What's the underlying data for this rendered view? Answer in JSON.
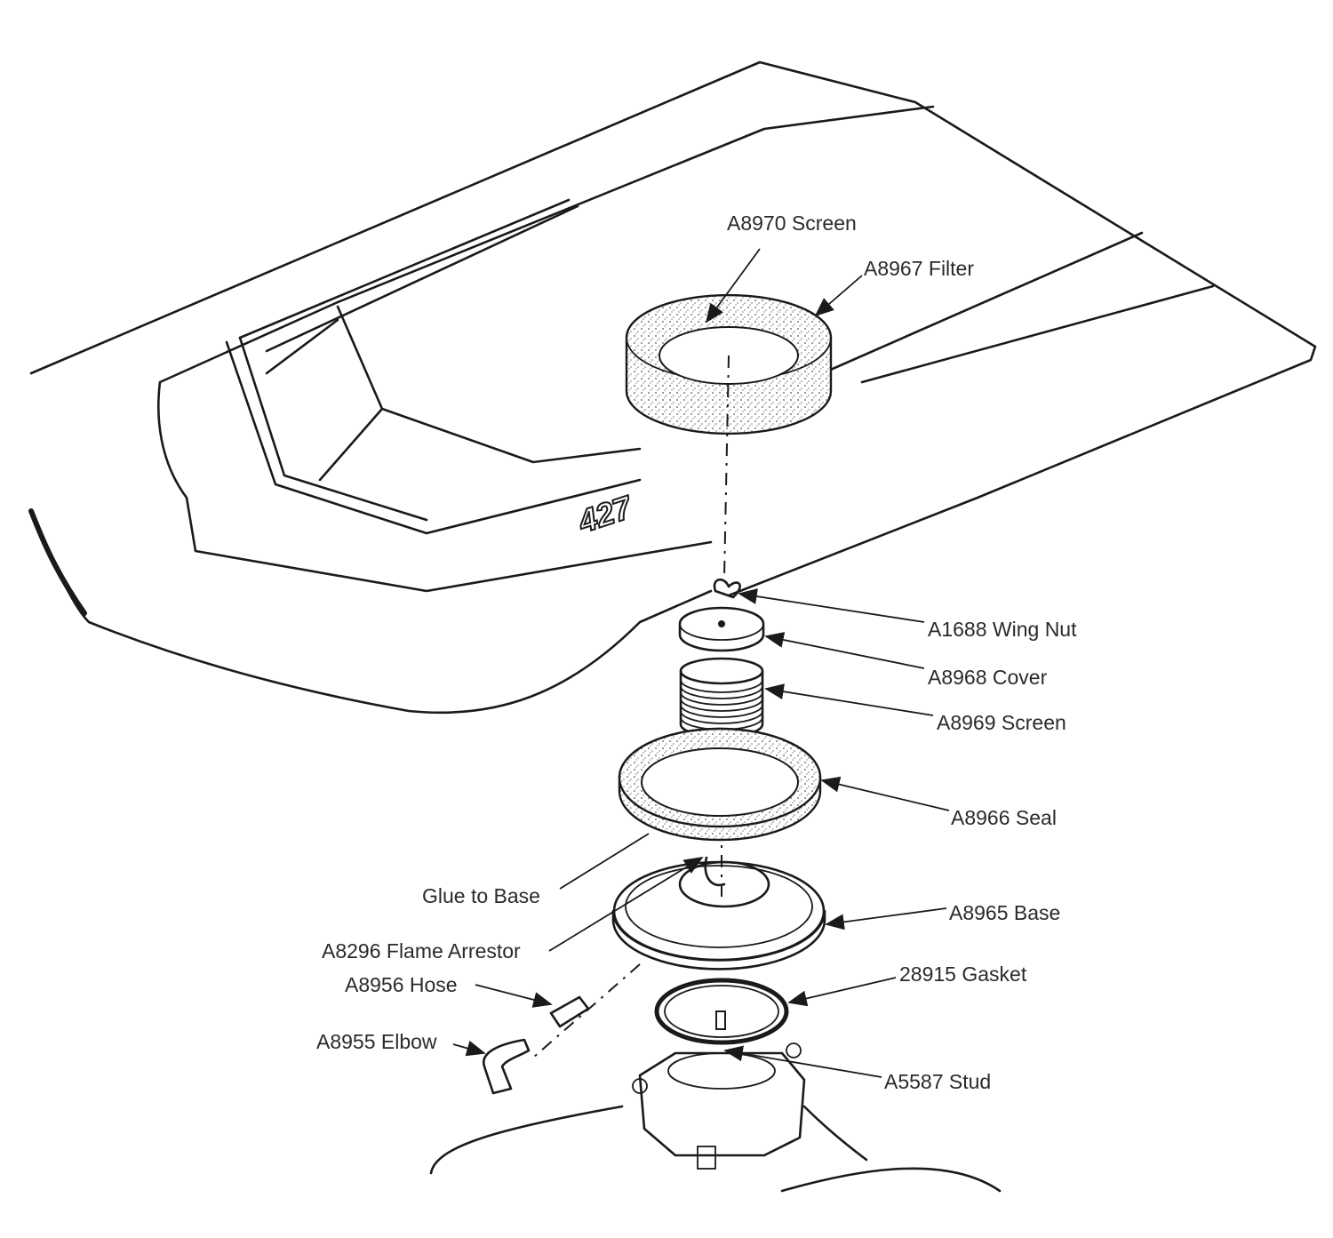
{
  "diagram": {
    "hood_badge": "427",
    "labels": {
      "a8970": "A8970 Screen",
      "a8967": "A8967 Filter",
      "a1688": "A1688 Wing Nut",
      "a8968": "A8968 Cover",
      "a8969": "A8969 Screen",
      "a8966": "A8966 Seal",
      "glue": "Glue to Base",
      "a8965": "A8965 Base",
      "a8296": "A8296 Flame Arrestor",
      "gasket": "28915 Gasket",
      "a8956": "A8956 Hose",
      "a8955": "A8955 Elbow",
      "a5587": "A5587 Stud"
    }
  }
}
